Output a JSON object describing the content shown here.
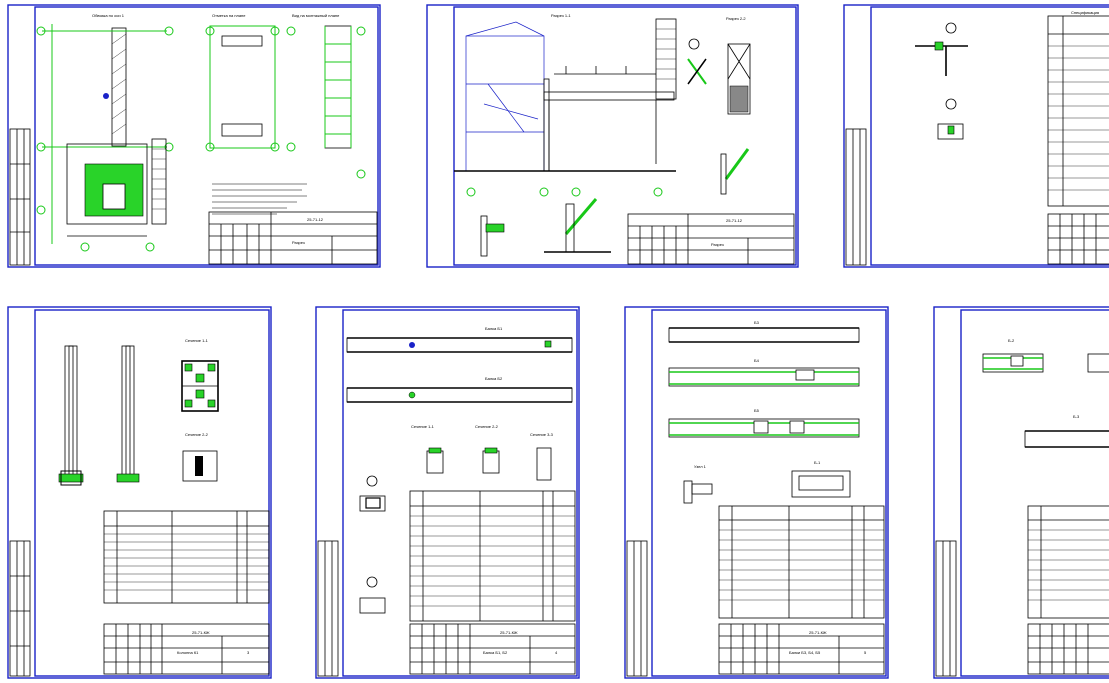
{
  "sheets": [
    {
      "id": "sheet-1",
      "stamp_code": "25-71-12",
      "stamp_name": "Разрез",
      "sheet_no": "",
      "views": [
        "Обвязка по оси 1",
        "",
        "Отметка на плане",
        "Вид на монтажный плане"
      ]
    },
    {
      "id": "sheet-2",
      "stamp_code": "25-71-12",
      "stamp_name": "Разрез",
      "sheet_no": "",
      "views": [
        "Разрез 1-1",
        "Разрез 2-2"
      ]
    },
    {
      "id": "sheet-3",
      "stamp_code": "",
      "stamp_name": "",
      "sheet_no": "",
      "views": [
        "Спецификация"
      ]
    },
    {
      "id": "sheet-4",
      "stamp_code": "25-71-КЖ",
      "stamp_name": "Колонна К1",
      "sheet_no": "3",
      "views": [
        "Сечение 1-1",
        "Сечение 2-2"
      ]
    },
    {
      "id": "sheet-5",
      "stamp_code": "25-71-КЖ",
      "stamp_name": "Балка Б1, Б2",
      "sheet_no": "4",
      "views": [
        "Балка Б1",
        "Балка Б2",
        "Сечение 1-1",
        "Сечение 2-2",
        "Сечение 3-3"
      ]
    },
    {
      "id": "sheet-6",
      "stamp_code": "25-71-КЖ",
      "stamp_name": "Балки Б3, Б4, Б5",
      "sheet_no": "5",
      "views": [
        "Б3",
        "Б4",
        "Б5",
        "Узел 1",
        "Б-1"
      ]
    },
    {
      "id": "sheet-7",
      "stamp_code": "",
      "stamp_name": "",
      "sheet_no": "",
      "views": [
        "Б-2",
        "Б-3"
      ]
    }
  ],
  "colors": {
    "frame": "#1a22c8",
    "highlight": "#29d329",
    "ink": "#000000"
  }
}
